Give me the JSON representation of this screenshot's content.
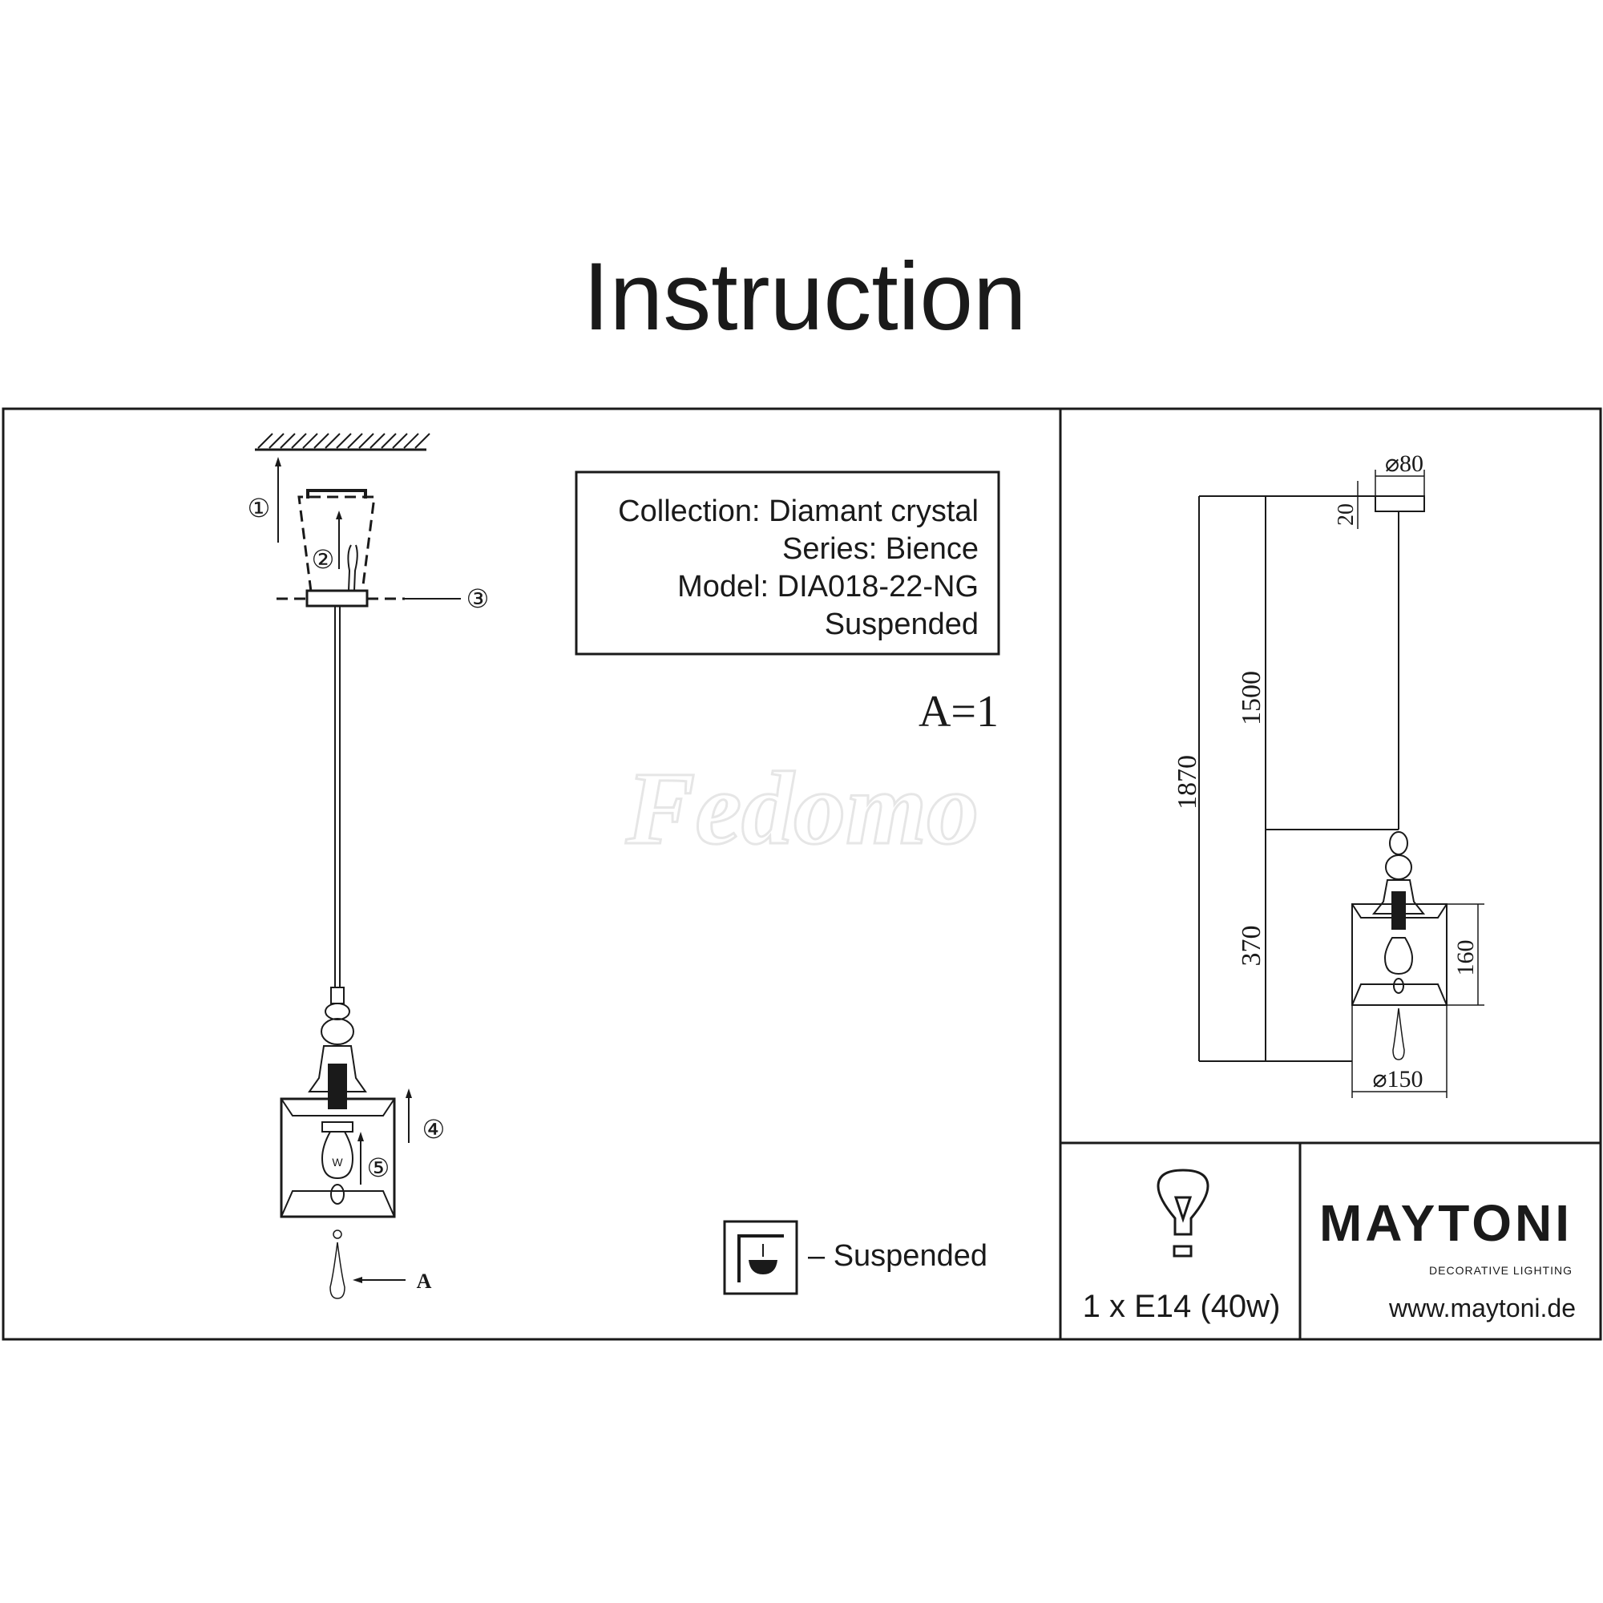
{
  "title": "Instruction",
  "info": {
    "collection": "Collection: Diamant crystal",
    "series": "Series: Bience",
    "model": "Model: DIA018-22-NG",
    "type": "Suspended"
  },
  "parts_count": "A=1",
  "watermark": "Fedomo",
  "steps": {
    "s1": "①",
    "s2": "②",
    "s3": "③",
    "s4": "④",
    "s5": "⑤",
    "part_a": "A",
    "bulb_mark": "W"
  },
  "mount_legend": "– Suspended",
  "dimensions": {
    "canopy_diameter": "⌀80",
    "canopy_height": "20",
    "total_height": "1870",
    "cord_length": "1500",
    "lamp_height": "370",
    "shade_height": "160",
    "shade_diameter": "⌀150"
  },
  "bulb_spec": "1 x E14 (40w)",
  "brand": {
    "name": "MAYTONI",
    "tagline": "DECORATIVE LIGHTING",
    "website": "www.maytoni.de"
  }
}
